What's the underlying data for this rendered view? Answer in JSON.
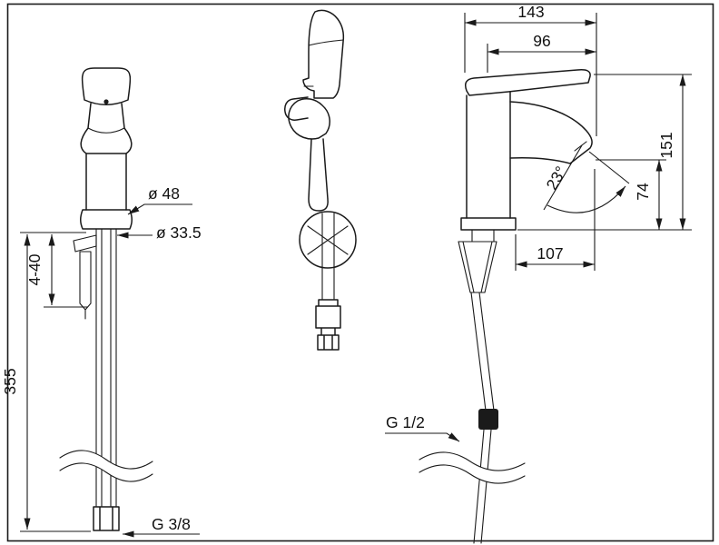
{
  "drawing": {
    "ink_color": "#1a1a1a",
    "dims": {
      "total_depth": "143",
      "spout_reach": "96",
      "height_above_deck": "151",
      "outlet_height": "74",
      "outlet_angle": "23°",
      "projection": "107",
      "base_diameter": "ø 48",
      "mounting_hole_diameter": "ø 33.5",
      "deck_clamp_range": "4-40",
      "supply_pipe_length": "355",
      "handspray_thread": "G 1/2",
      "supply_thread": "G 3/8"
    }
  }
}
